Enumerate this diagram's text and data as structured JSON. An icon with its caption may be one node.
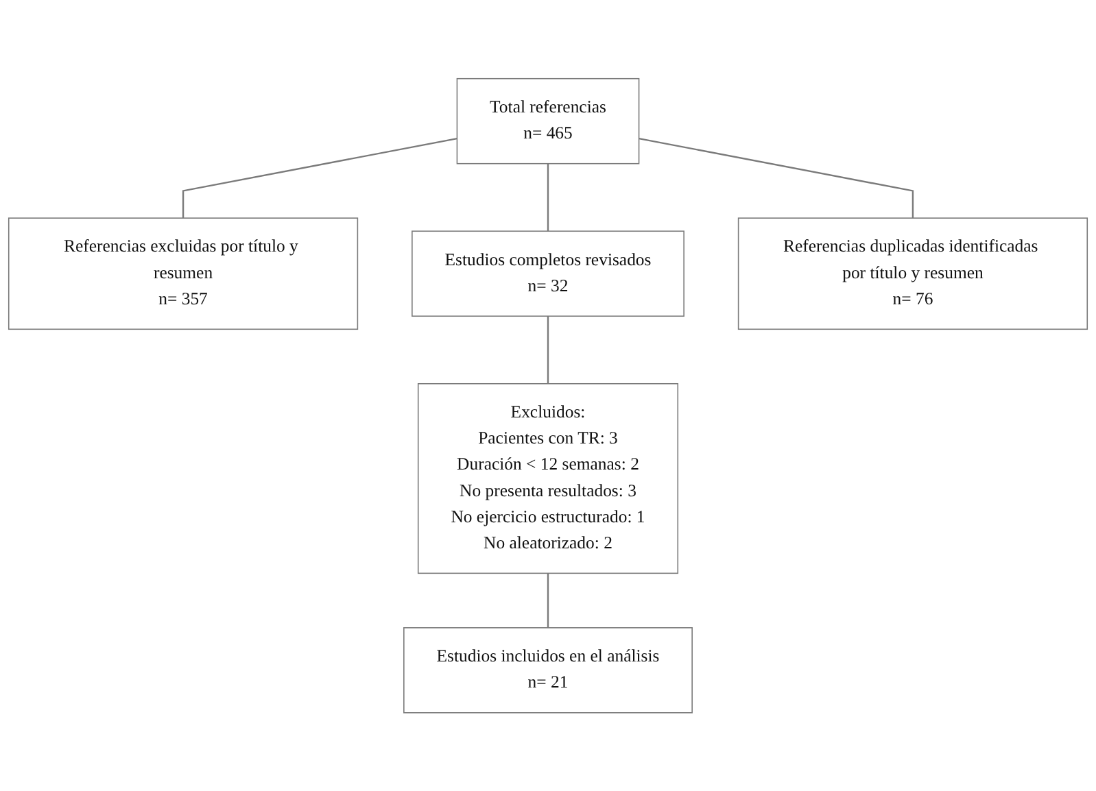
{
  "diagram": {
    "nodes": [
      {
        "text": [
          "Total referencias",
          "n= 465"
        ]
      },
      {
        "text": [
          "Referencias excluidas por título y resumen",
          "n= 357"
        ]
      },
      {
        "text": [
          "Estudios completos revisados",
          "n= 32"
        ]
      },
      {
        "text": [
          "Referencias duplicadas identificadas por título y resumen",
          "n= 76"
        ]
      },
      {
        "text": [
          "Excluidos:",
          "Pacientes con TR: 3",
          "Duración < 12 semanas: 2",
          "No presenta resultados: 3",
          "No ejercicio estructurado: 1",
          "No aleatorizado: 2"
        ]
      },
      {
        "text": [
          "Estudios incluidos en el análisis",
          "n= 21"
        ]
      }
    ],
    "edges": [
      {
        "from": 0,
        "to": 1,
        "arrow": "none"
      },
      {
        "from": 0,
        "to": 3,
        "arrow": "none"
      },
      {
        "from": 0,
        "to": 2,
        "arrow": "none"
      },
      {
        "from": 2,
        "to": 4,
        "arrow": "none"
      },
      {
        "from": 4,
        "to": 5,
        "arrow": "none"
      }
    ]
  }
}
